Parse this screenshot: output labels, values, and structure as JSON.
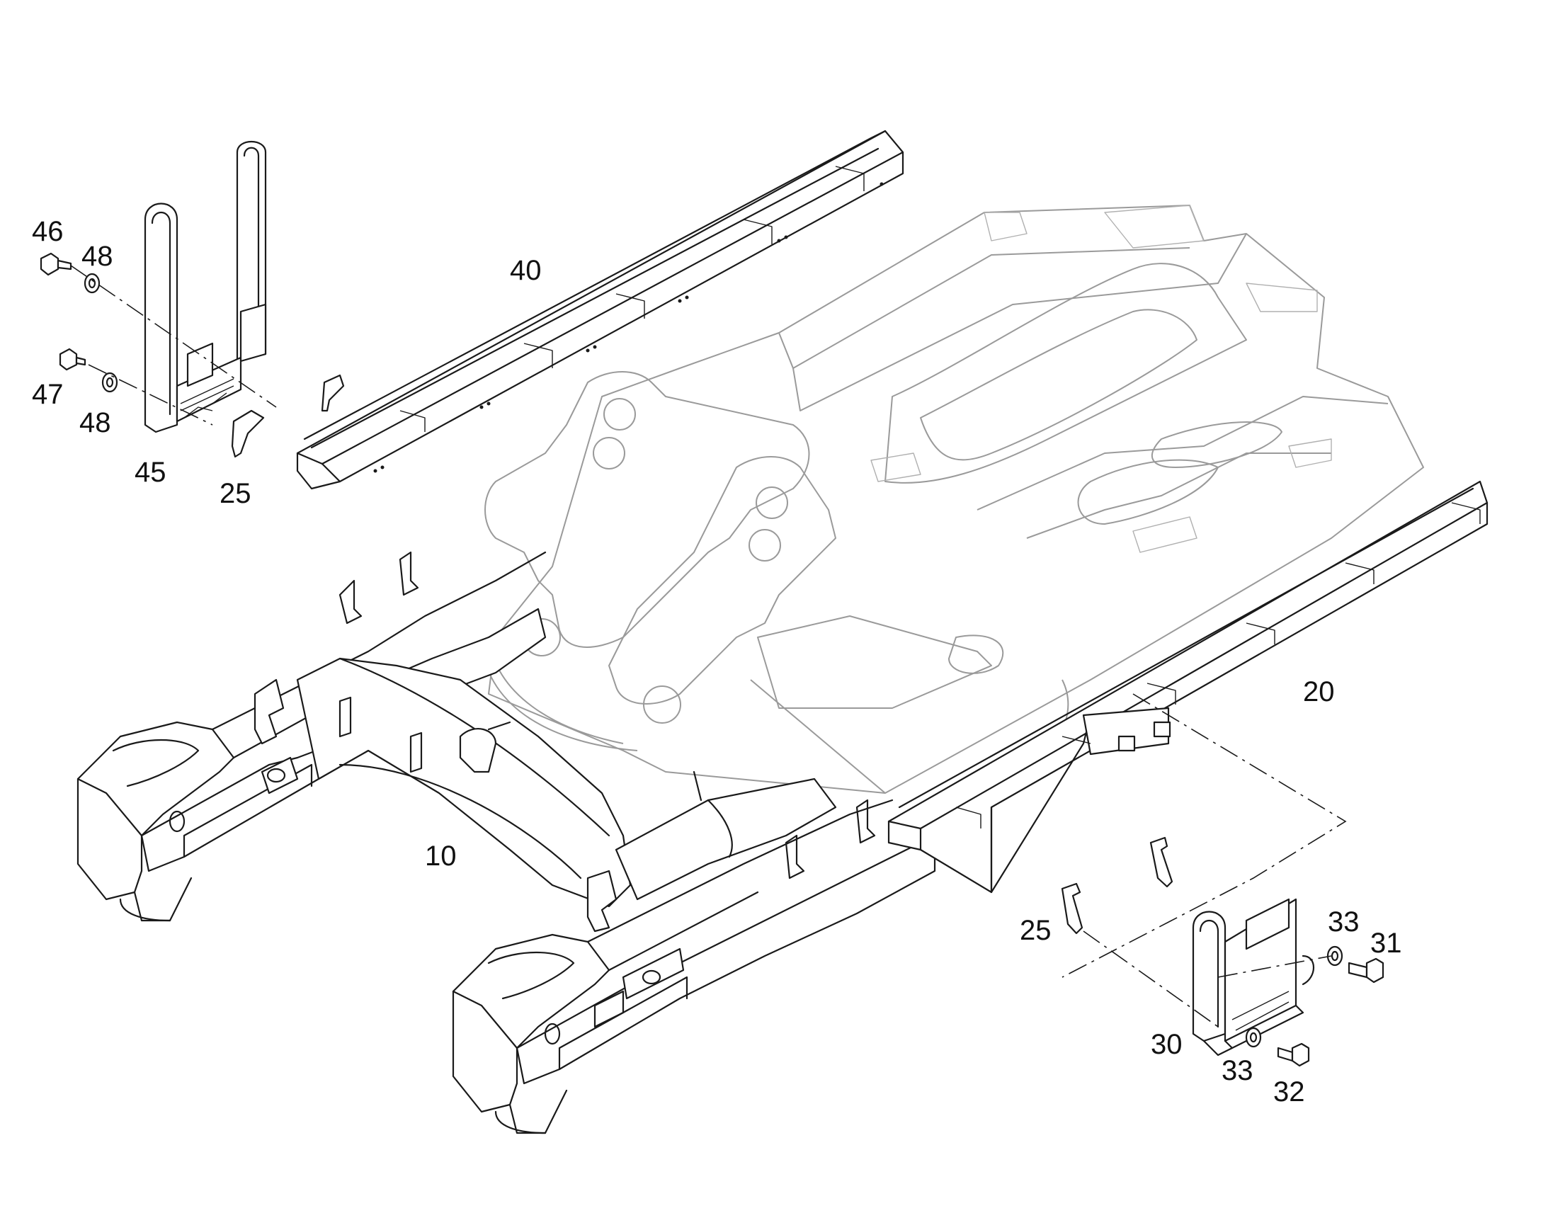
{
  "diagram": {
    "callouts": [
      {
        "id": "c46",
        "text": "46"
      },
      {
        "id": "c48a",
        "text": "48"
      },
      {
        "id": "c40",
        "text": "40"
      },
      {
        "id": "c47",
        "text": "47"
      },
      {
        "id": "c48b",
        "text": "48"
      },
      {
        "id": "c45",
        "text": "45"
      },
      {
        "id": "c25a",
        "text": "25"
      },
      {
        "id": "c20",
        "text": "20"
      },
      {
        "id": "c10",
        "text": "10"
      },
      {
        "id": "c33a",
        "text": "33"
      },
      {
        "id": "c31",
        "text": "31"
      },
      {
        "id": "c25b",
        "text": "25"
      },
      {
        "id": "c30",
        "text": "30"
      },
      {
        "id": "c33b",
        "text": "33"
      },
      {
        "id": "c32",
        "text": "32"
      }
    ]
  }
}
